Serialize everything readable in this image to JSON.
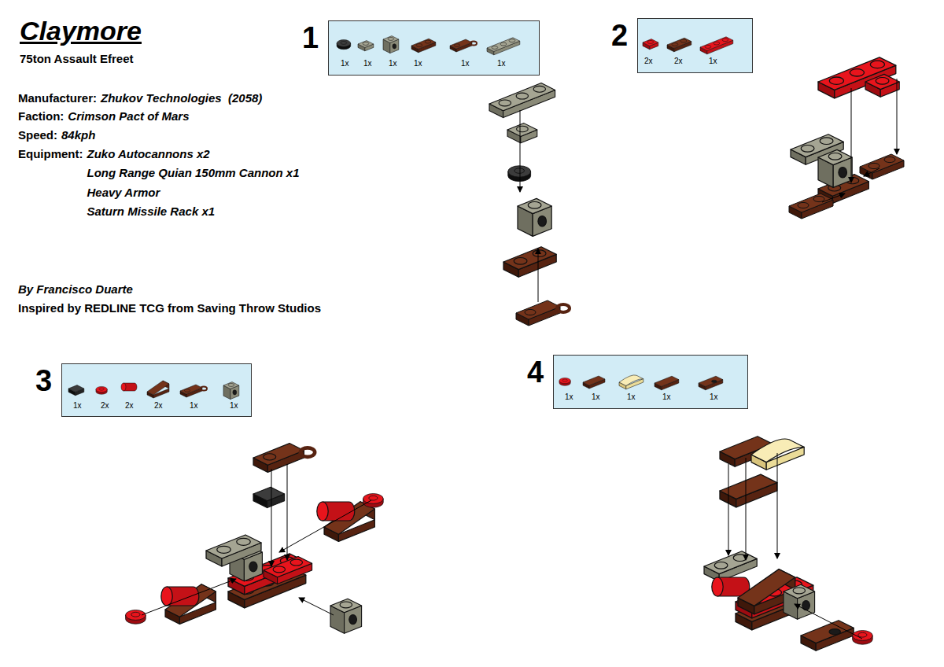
{
  "diagram": {
    "title": "Claymore",
    "nodes": [
      {
        "text": [
          "1",
          "1x",
          "1x",
          "1x",
          "1x",
          "1x",
          "1x"
        ]
      },
      {
        "text": [
          "2",
          "2x",
          "2x",
          "1x"
        ]
      },
      {
        "text": [
          "3",
          "1x",
          "2x",
          "2x",
          "2x",
          "1x",
          "1x"
        ]
      },
      {
        "text": [
          "4",
          "1x",
          "1x",
          "1x",
          "1x",
          "1x"
        ]
      }
    ],
    "labels": [
      "75ton Assault Efreet",
      "Manufacturer:",
      "Zhukov Technologies  (2058)",
      "Faction:",
      "Crimson Pact of Mars",
      "Speed:",
      "84kph",
      "Equipment:",
      "Zuko Autocannons x2",
      "Long Range Quian 150mm Cannon x1",
      "Heavy Armor",
      "Saturn Missile Rack x1",
      "By Francisco Duarte",
      "Inspired by REDLINE TCG from Saving Throw Studios"
    ]
  }
}
